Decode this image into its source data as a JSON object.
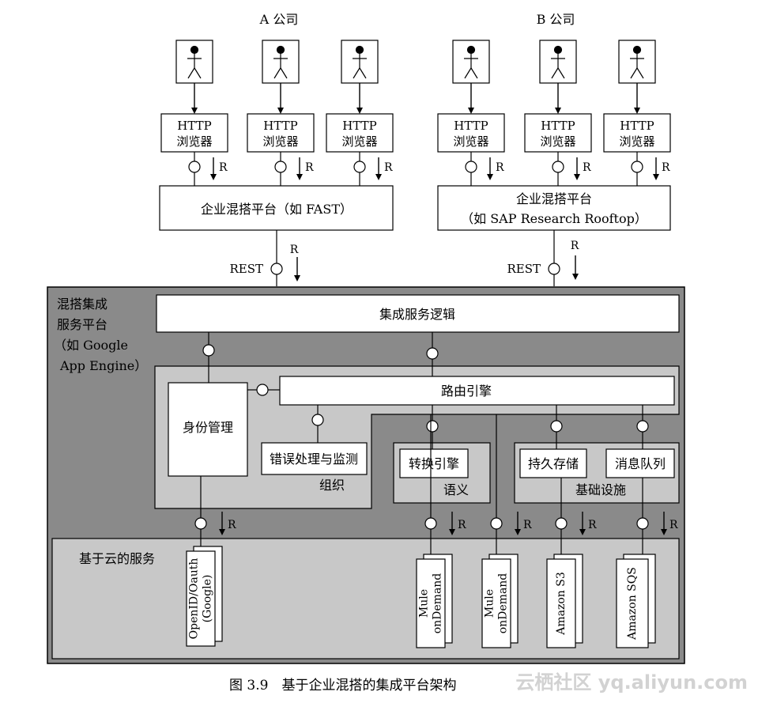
{
  "company_a_label": "A 公司",
  "company_b_label": "B 公司",
  "http_box_line1": "HTTP",
  "http_box_line2": "浏览器",
  "r_label": "R",
  "rest_label": "REST",
  "enterprise_a": "企业混搭平台（如 FAST）",
  "enterprise_b_line1": "企业混搭平台",
  "enterprise_b_line2": "（如 SAP Research Rooftop）",
  "platform_title": [
    "混搭集成",
    "服务平台",
    "（如 Google",
    "App Engine）"
  ],
  "integration_logic": "集成服务逻辑",
  "routing_engine": "路由引擎",
  "identity_mgmt": "身份管理",
  "error_monitor": "错误处理与监测",
  "organization": "组织",
  "transform_engine": "转换引擎",
  "semantics": "语义",
  "persistent_storage": "持久存储",
  "message_queue": "消息队列",
  "infrastructure": "基础设施",
  "cloud_services": "基于云的服务",
  "services": [
    {
      "lines": [
        "OpenID/Oauth",
        "(Google)"
      ]
    },
    {
      "lines": [
        "Mule",
        "onDemand"
      ]
    },
    {
      "lines": [
        "Mule",
        "onDemand"
      ]
    },
    {
      "lines": [
        "Amazon S3"
      ]
    },
    {
      "lines": [
        "Amazon SQS"
      ]
    }
  ],
  "caption": "图 3.9　基于企业混搭的集成平台架构",
  "watermark": "云栖社区 yq.aliyun.com"
}
